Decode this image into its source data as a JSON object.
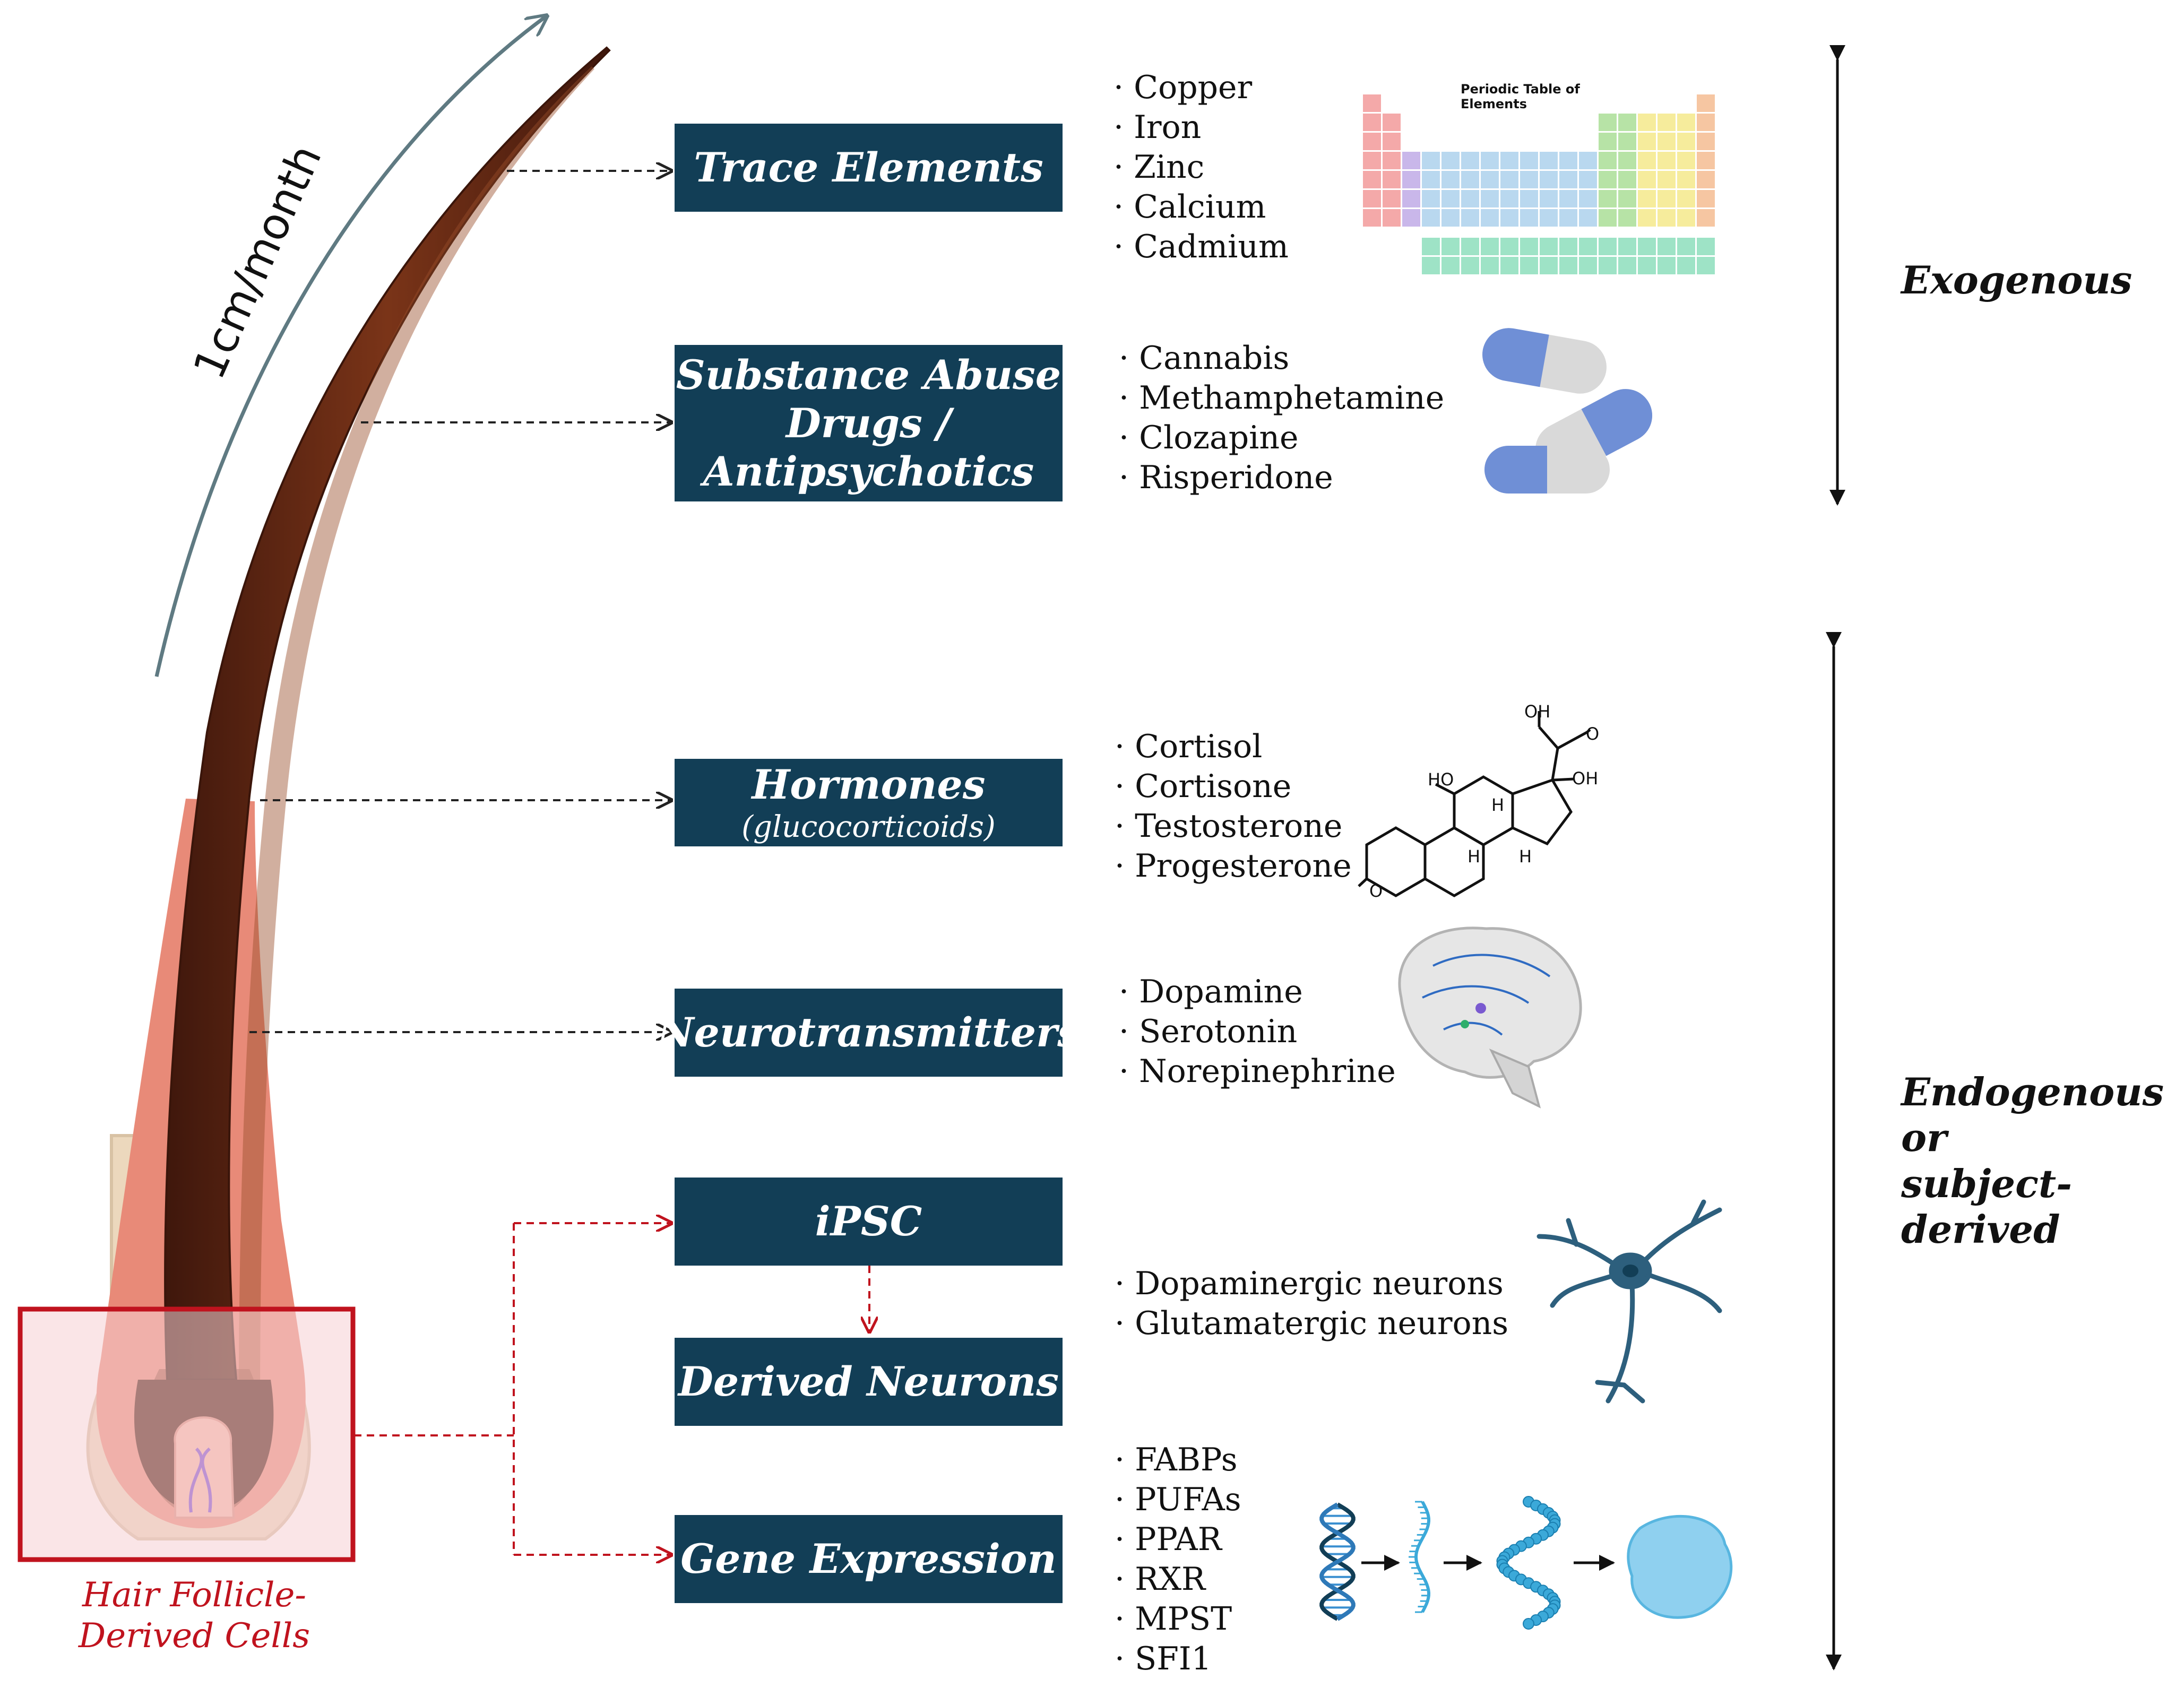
{
  "rate_label": "1cm/month",
  "boxes": {
    "trace": "Trace Elements",
    "substance": [
      "Substance Abuse",
      "Drugs /",
      "Antipsychotics"
    ],
    "hormones": "Hormones",
    "hormones_sub": "(glucocorticoids)",
    "neuro": "Neurotransmitters",
    "ipsc": "iPSC",
    "derived": "Derived Neurons",
    "gene": "Gene Expression"
  },
  "lists": {
    "trace": [
      "Copper",
      "Iron",
      "Zinc",
      "Calcium",
      "Cadmium"
    ],
    "substance": [
      "Cannabis",
      "Methamphetamine",
      "Clozapine",
      "Risperidone"
    ],
    "hormones": [
      "Cortisol",
      "Cortisone",
      "Testosterone",
      "Progesterone"
    ],
    "neuro": [
      "Dopamine",
      "Serotonin",
      "Norepinephrine"
    ],
    "neurons": [
      "Dopaminergic neurons",
      "Glutamatergic neurons"
    ],
    "gene": [
      "FABPs",
      "PUFAs",
      "PPAR",
      "RXR",
      "MPST",
      "SFI1"
    ]
  },
  "side_labels": {
    "exogenous": "Exogenous",
    "endogenous": [
      "Endogenous or",
      "subject-derived"
    ]
  },
  "follicle_label": [
    "Hair Follicle-",
    "Derived Cells"
  ],
  "periodic_table": {
    "title": [
      "Periodic Table of",
      "Elements"
    ]
  },
  "molecule_labels": {
    "oh_top": "OH",
    "o_ketone": "O",
    "ho": "HO",
    "oh_right": "OH",
    "h": "H",
    "o_left": "O"
  },
  "colors": {
    "box_fill": "#123e56",
    "hair": "#5a2414",
    "follicle_red": "#c0131e",
    "pill_blue": "#6f8fd6",
    "icon_blue": "#3ba9d9"
  }
}
